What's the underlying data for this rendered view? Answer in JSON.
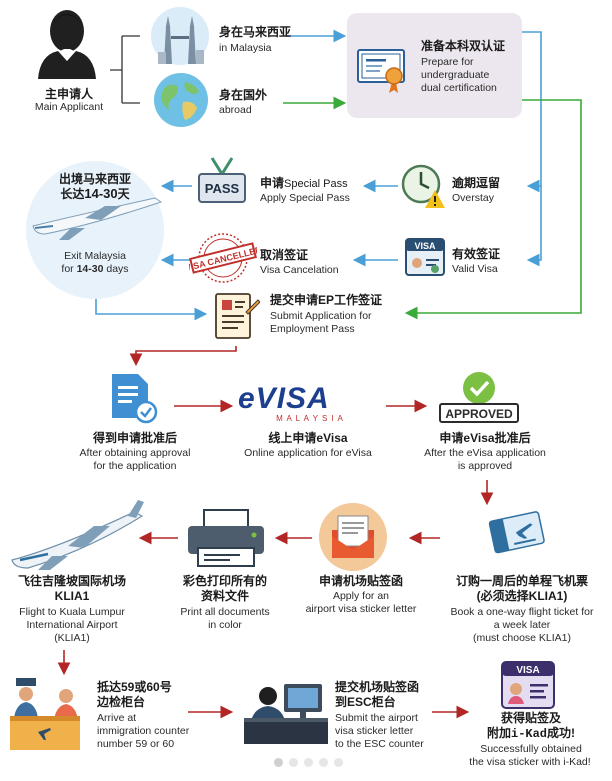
{
  "main_applicant": {
    "cn": "主申请人",
    "en": "Main Applicant"
  },
  "in_malaysia": {
    "cn": "身在马来西亚",
    "en": "in Malaysia"
  },
  "abroad": {
    "cn": "身在国外",
    "en": "abroad"
  },
  "prepare": {
    "cn": "准备本科双认证",
    "en1": "Prepare for",
    "en2": "undergraduate",
    "en3": "dual certification"
  },
  "exit": {
    "cn1": "出境马来西亚",
    "cn2a": "长达",
    "cn2b": "14-30",
    "cn2c": "天",
    "en1": "Exit Malaysia",
    "en2a": "for ",
    "en2b": "14-30",
    "en2c": " days"
  },
  "special_pass": {
    "cn_a": "申请",
    "cn_b": "Special Pass",
    "en": "Apply Special Pass",
    "badge": "PASS"
  },
  "overstay": {
    "cn": "逾期逗留",
    "en": "Overstay"
  },
  "cancel": {
    "cn": "取消签证",
    "en": "Visa Cancelation",
    "stamp": "VISA CANCELLED"
  },
  "valid_visa": {
    "cn": "有效签证",
    "en": "Valid Visa",
    "badge": "VISA"
  },
  "submit_ep": {
    "cn": "提交申请EP工作签证",
    "en1": "Submit Application for",
    "en2": "Employment Pass"
  },
  "approval": {
    "cn": "得到申请批准后",
    "en1": "After obtaining approval",
    "en2": "for the application"
  },
  "evisa": {
    "logo": "eVISA",
    "sub": "M A L A Y S I A",
    "cn": "线上申请eVisa",
    "en": "Online application for eVisa"
  },
  "approved": {
    "stamp": "APPROVED",
    "cn": "申请eVisa批准后",
    "en1": "After the eVisa application",
    "en2": "is approved"
  },
  "fly": {
    "cn1": "飞往吉隆坡国际机场",
    "cn2": "KLIA1",
    "en1": "Flight to Kuala Lumpur",
    "en2": "International Airport",
    "en3": "(KLIA1)"
  },
  "print": {
    "cn1": "彩色打印所有的",
    "cn2": "资料文件",
    "en1": "Print all documents",
    "en2": "in color"
  },
  "sticker_letter": {
    "cn": "申请机场贴签函",
    "en1": "Apply for an",
    "en2": "airport visa sticker letter"
  },
  "book": {
    "cn1": "订购一周后的单程飞机票",
    "cn2": "(必须选择KLIA1)",
    "en1": "Book a one-way flight ticket for",
    "en2": "a week later",
    "en3": "(must choose KLIA1)"
  },
  "counter": {
    "cn1": "抵达59或60号",
    "cn2": "边检柜台",
    "en1": "Arrive at",
    "en2": "immigration counter",
    "en3": "number 59 or 60"
  },
  "esc": {
    "cn1": "提交机场贴签函",
    "cn2": "到ESC柜台",
    "en1": "Submit the airport",
    "en2": "visa sticker letter",
    "en3": "to the ESC counter"
  },
  "obtained": {
    "badge": "VISA",
    "cn1": "获得贴签及",
    "cn2a": "附加",
    "cn2b": "i-Kad",
    "cn2c": "成功!",
    "en1": "Successfully obtained",
    "en2": "the visa sticker with i-Kad!"
  },
  "colors": {
    "blue": "#4a9fd6",
    "green": "#3aaa3a",
    "red": "#b32626",
    "purple_box": "#ece7ee"
  }
}
